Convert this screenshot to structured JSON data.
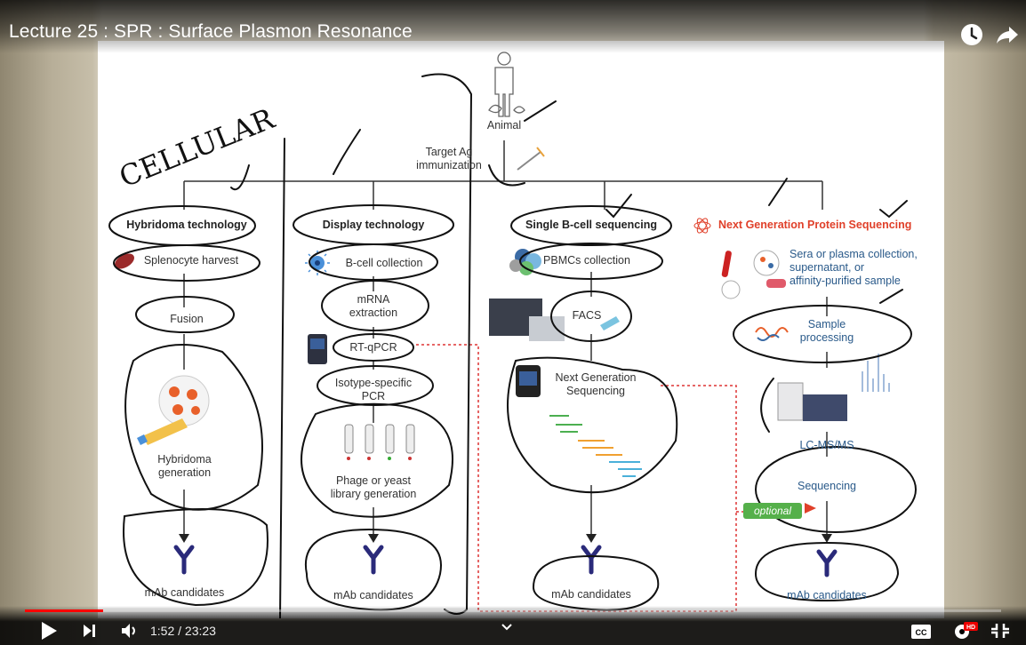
{
  "video": {
    "title": "Lecture 25 : SPR : Surface Plasmon Resonance",
    "current_time": "1:52",
    "separator": " / ",
    "duration": "23:23",
    "progress_fraction": 0.08
  },
  "slide": {
    "animal_label": "Animal",
    "immunization_label": "Target Ag\nimmunization",
    "columns": {
      "hybridoma": {
        "heading": "Hybridoma technology",
        "steps": [
          "Splenocyte harvest",
          "Fusion",
          "Hybridoma\ngeneration",
          "mAb candidates"
        ]
      },
      "display": {
        "heading": "Display technology",
        "steps": [
          "B-cell collection",
          "mRNA\nextraction",
          "RT-qPCR",
          "Isotype-specific\nPCR",
          "Phage or yeast\nlibrary generation",
          "mAb candidates"
        ]
      },
      "single_b": {
        "heading": "Single B-cell sequencing",
        "steps": [
          "PBMCs collection",
          "FACS",
          "Next Generation\nSequencing",
          "mAb candidates"
        ]
      },
      "ngps": {
        "heading": "Next Generation Protein Sequencing",
        "steps": [
          "Sera or plasma collection,\nsupernatant, or\naffinity-purified sample",
          "Sample\nprocessing",
          "LC-MS/MS",
          "Sequencing",
          "mAb candidates"
        ]
      }
    },
    "optional_label": "optional",
    "handwriting": "CELLULAR"
  },
  "colors": {
    "accent_red": "#e0402a",
    "progress_red": "#ff0000",
    "badge_green": "#55b04a",
    "antibody_navy": "#2a2a7a"
  }
}
